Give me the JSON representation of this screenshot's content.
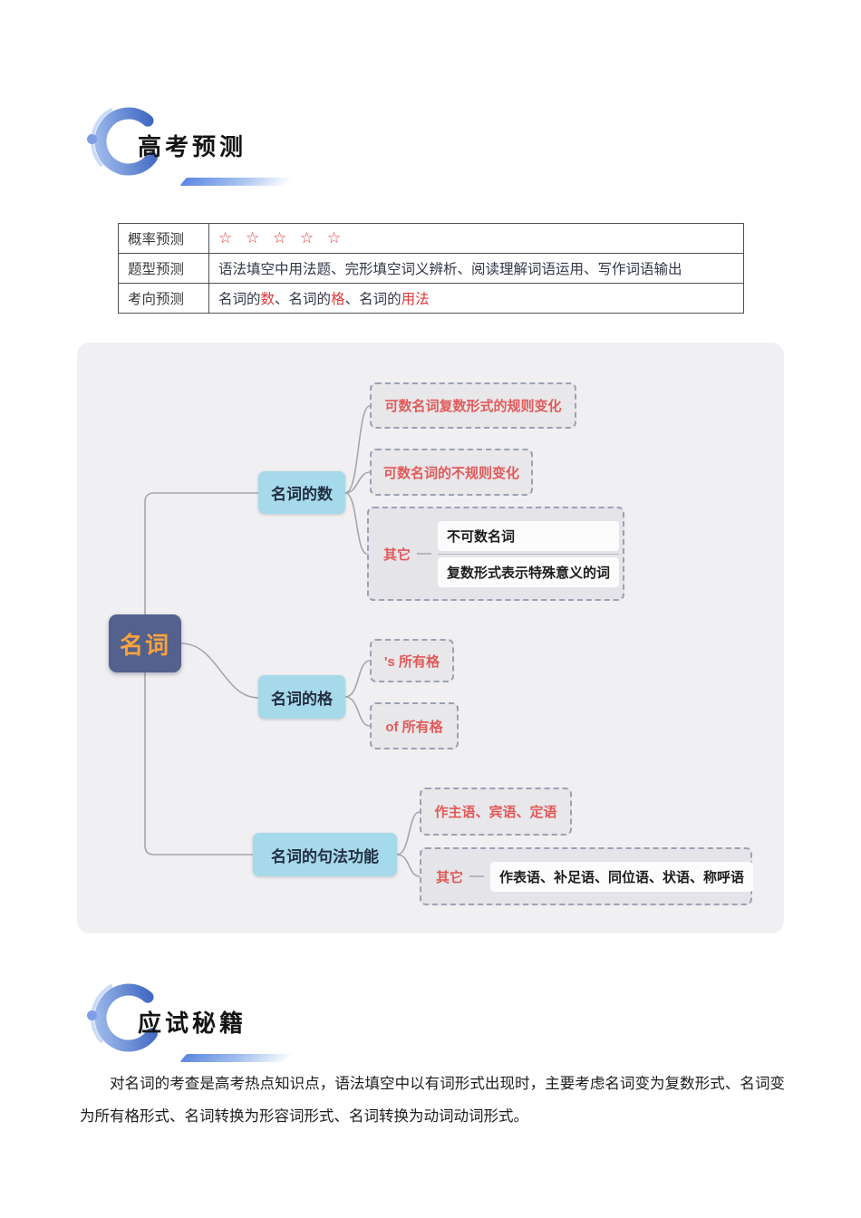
{
  "sections": {
    "prediction": {
      "title": "高考预测"
    },
    "tips": {
      "title": "应试秘籍"
    }
  },
  "table": {
    "rows": [
      {
        "label": "概率预测",
        "stars": "☆ ☆ ☆ ☆ ☆"
      },
      {
        "label": "题型预测",
        "content": "语法填空中用法题、完形填空词义辨析、阅读理解词语运用、写作词语输出"
      },
      {
        "label": "考向预测",
        "segments": [
          {
            "text": "名词的",
            "highlight": false
          },
          {
            "text": "数",
            "highlight": true
          },
          {
            "text": "、名词的",
            "highlight": false
          },
          {
            "text": "格",
            "highlight": true
          },
          {
            "text": "、名词的",
            "highlight": false
          },
          {
            "text": "用法",
            "highlight": true
          }
        ]
      }
    ]
  },
  "mindmap": {
    "root": "名词",
    "branches": [
      {
        "label": "名词的数",
        "children": [
          {
            "text": "可数名词复数形式的规则变化"
          },
          {
            "text": "可数名词的不规则变化"
          },
          {
            "label": "其它",
            "items": [
              "不可数名词",
              "复数形式表示特殊意义的词"
            ]
          }
        ]
      },
      {
        "label": "名词的格",
        "children": [
          {
            "text": "'s 所有格"
          },
          {
            "text": "of 所有格"
          }
        ]
      },
      {
        "label": "名词的句法功能",
        "children": [
          {
            "text": "作主语、宾语、定语"
          },
          {
            "label": "其它",
            "items": [
              "作表语、补足语、同位语、状语、称呼语"
            ]
          }
        ]
      }
    ]
  },
  "paragraph": "对名词的考查是高考热点知识点，语法填空中以有词形式出现时，主要考虑名词变为复数形式、名词变为所有格形式、名词转换为形容词形式、名词转换为动词动词形式。",
  "colors": {
    "accent_blue": "#2e5fc7",
    "highlight_red": "#e03a3a",
    "node_red_text": "#e15a5a",
    "root_bg": "#53618c",
    "root_text": "#f8a23d",
    "branch_bg": "#a6d9ea",
    "panel_bg": "#f0eff2"
  }
}
